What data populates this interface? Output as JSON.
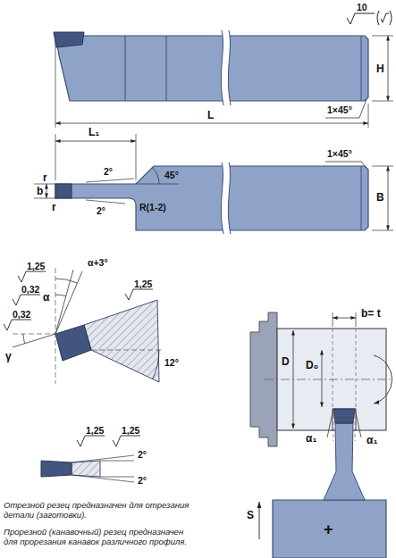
{
  "diagram": {
    "labels": [
      "10",
      "H",
      "L",
      "1×45°",
      "L₁",
      "1×45°",
      "45°",
      "b",
      "r",
      "r",
      "2°",
      "R(1-2)",
      "2°",
      "B",
      "1,25",
      "α+3°",
      "0,32",
      "α",
      "0,32",
      "γ",
      "1,25",
      "12°",
      "1,25",
      "1,25",
      "2°",
      "2°",
      "b= t",
      "D",
      "D₀",
      "α₁",
      "α₁",
      "S",
      "+",
      "Отрезной резец предназначен для отрезания детали (заготовки).",
      "Прорезной (канавочный) резец предназначен для прорезания канавок различного профиля."
    ]
  }
}
